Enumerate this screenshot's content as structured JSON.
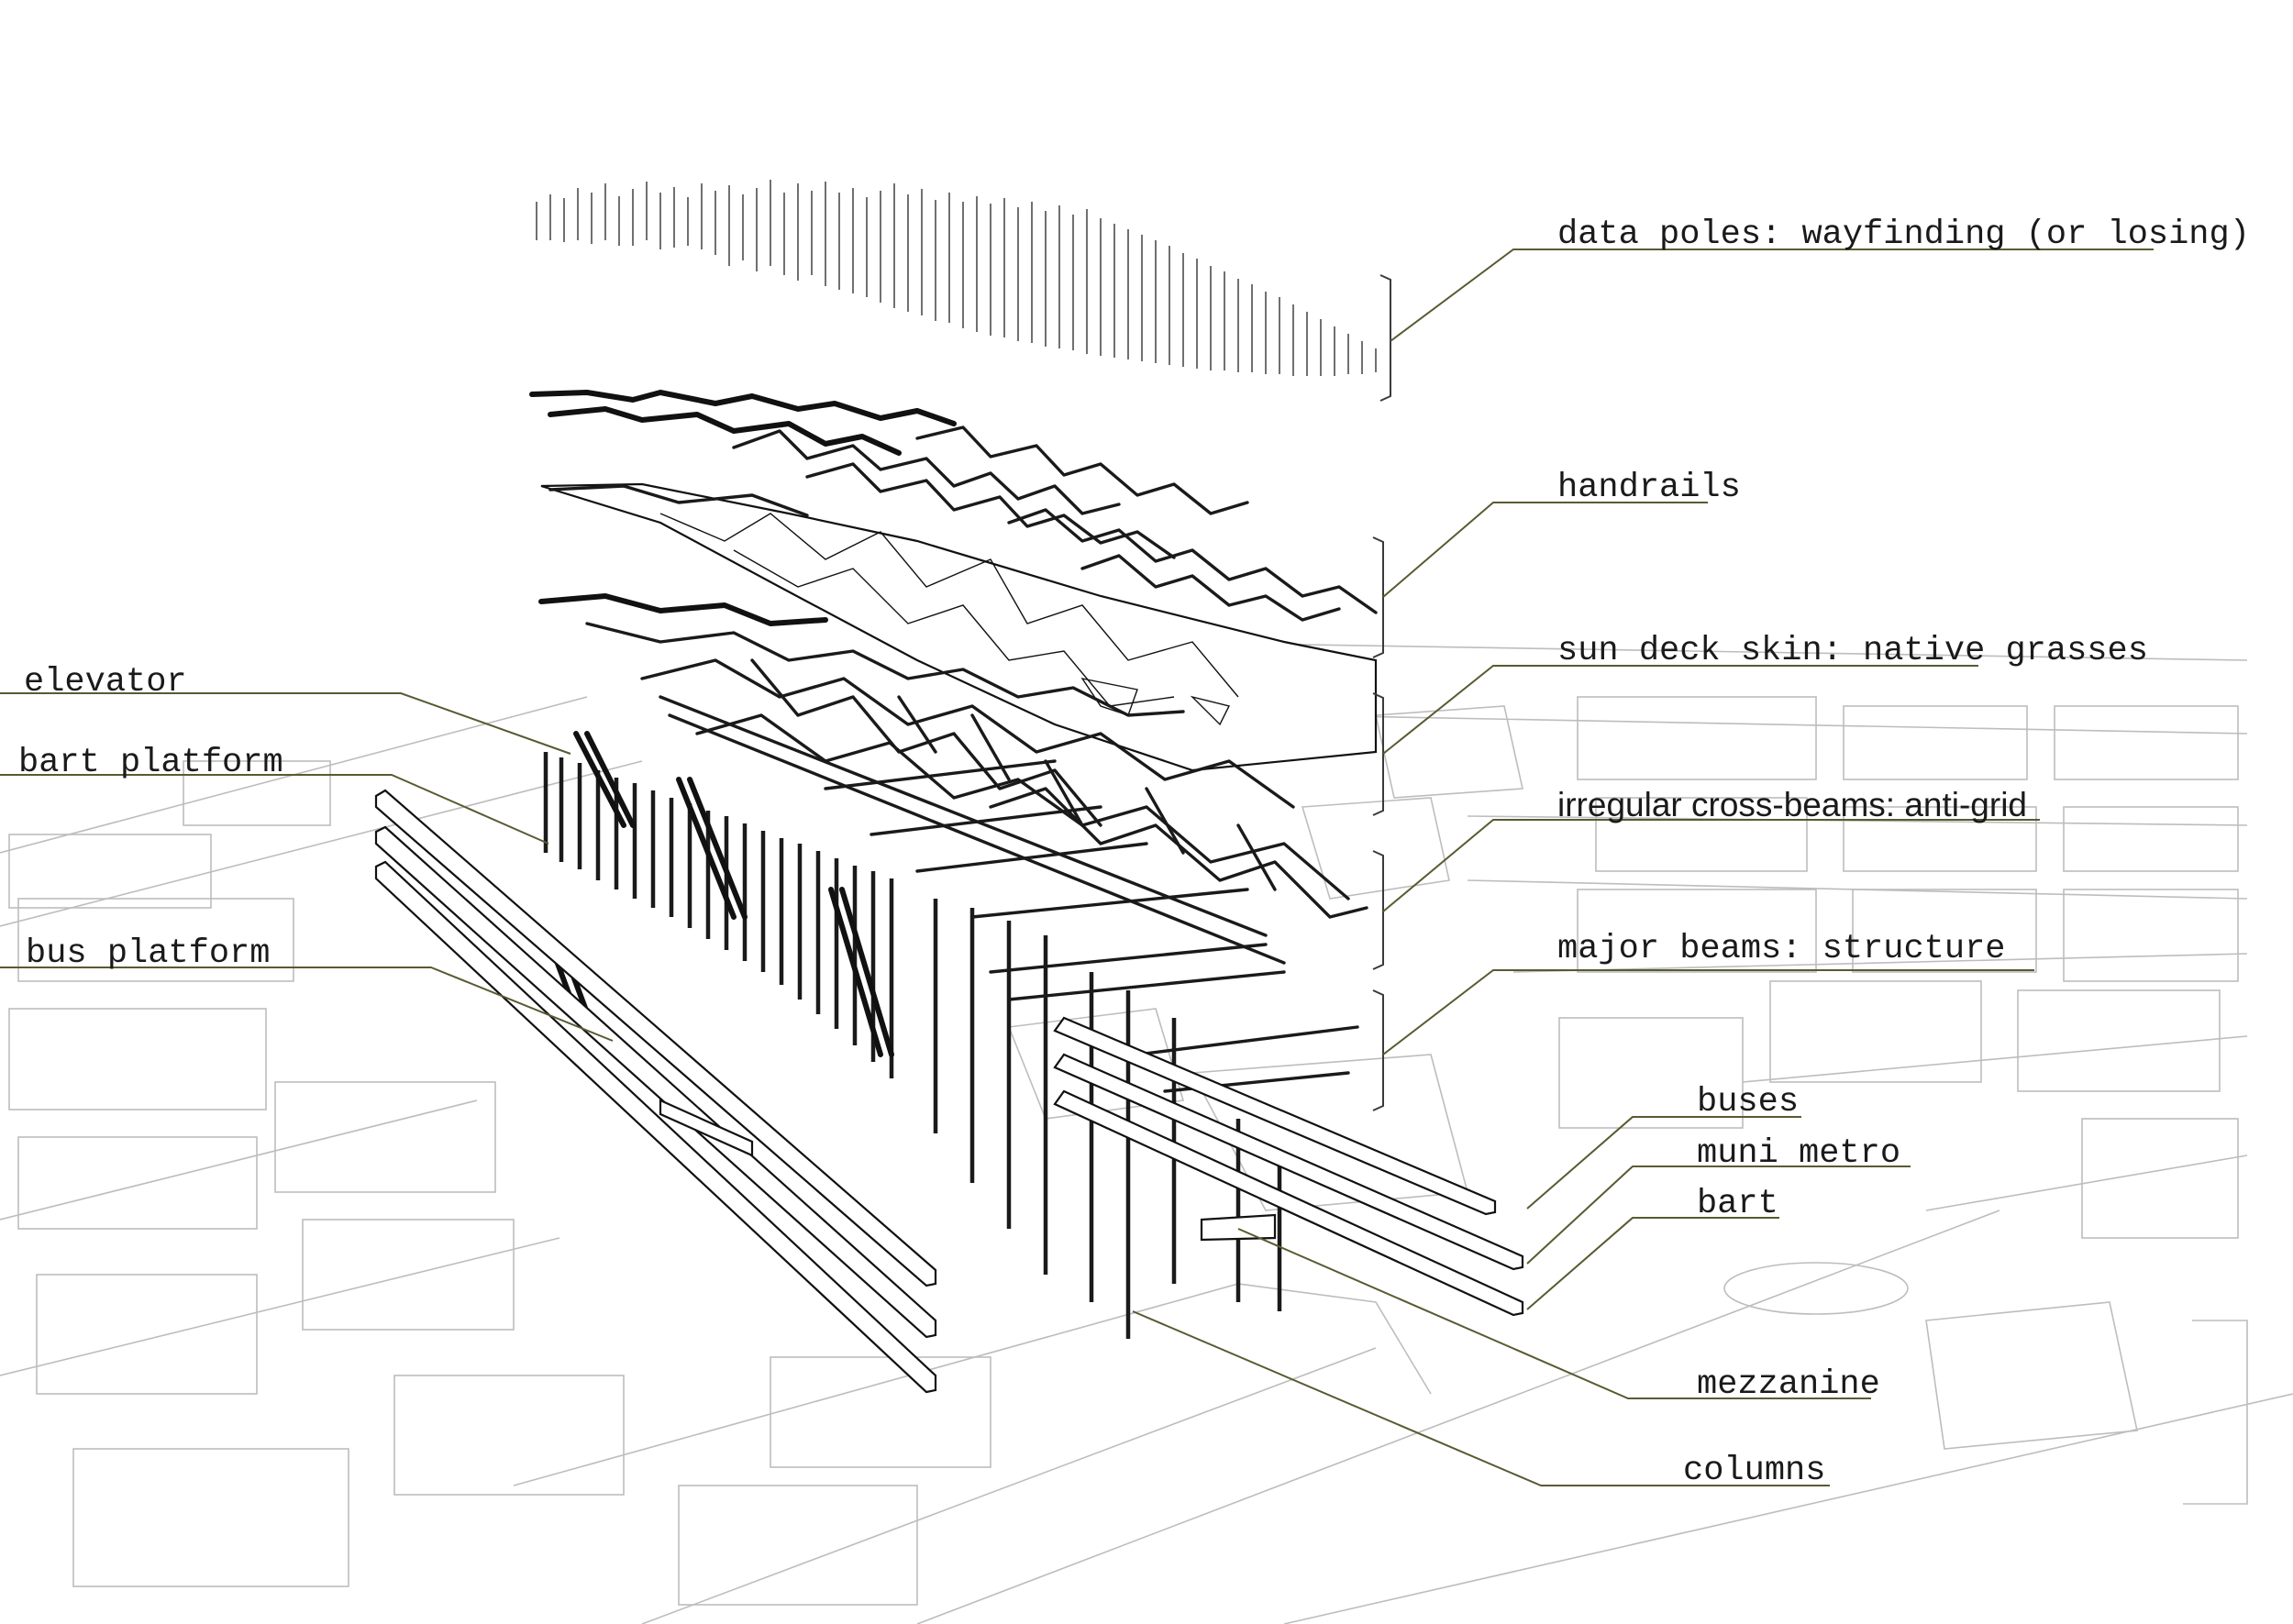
{
  "labels": {
    "data_poles": "data poles: wayfinding (or losing)",
    "handrails": "handrails",
    "sun_deck": "sun deck skin: native grasses",
    "cross_beams": "irregular cross-beams: anti-grid",
    "major_beams": "major beams: structure",
    "elevator": "elevator",
    "bart_platform": "bart platform",
    "bus_platform": "bus platform",
    "buses": "buses",
    "muni_metro": "muni metro",
    "bart": "bart",
    "mezzanine": "mezzanine",
    "columns": "columns"
  },
  "colors": {
    "ink": "#111111",
    "leader": "#5a5a32",
    "city_context": "#bdbdbd",
    "background": "#ffffff"
  }
}
